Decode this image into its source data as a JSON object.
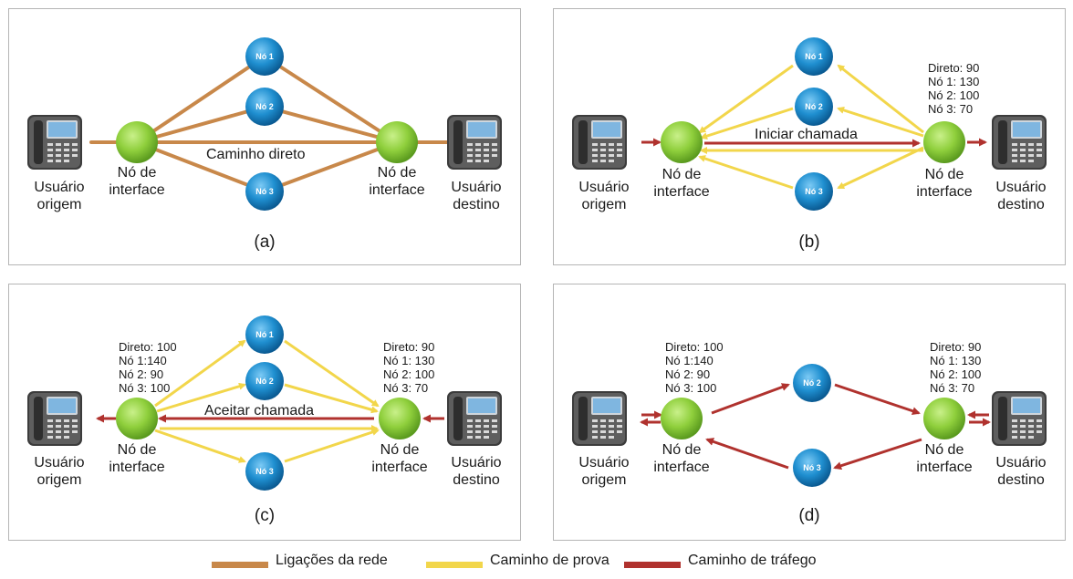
{
  "colors": {
    "network": "#c8884a",
    "probe": "#f2d64b",
    "traffic": "#b0322e",
    "node": "#8fcf3c",
    "relay": "#1f8fd0"
  },
  "labels": {
    "user_origin": "Usuário\norigem",
    "user_dest": "Usuário\ndestino",
    "interface_node": "Nó de\ninterface",
    "no1": "Nó 1",
    "no2": "Nó 2",
    "no3": "Nó 3"
  },
  "panel_a": {
    "caption": "(a)",
    "center_text": "Caminho direto"
  },
  "panel_b": {
    "caption": "(b)",
    "center_text": "Iniciar chamada",
    "table_right": "Direto: 90\nNó 1: 130\nNó 2: 100\nNó 3: 70"
  },
  "panel_c": {
    "caption": "(c)",
    "center_text": "Aceitar chamada",
    "table_left": "Direto: 100\nNó 1:140\nNó 2: 90\nNó 3: 100",
    "table_right": "Direto: 90\nNó 1: 130\nNó 2: 100\nNó 3: 70"
  },
  "panel_d": {
    "caption": "(d)",
    "table_left": "Direto: 100\nNó 1:140\nNó 2: 90\nNó 3: 100",
    "table_right": "Direto: 90\nNó 1: 130\nNó 2: 100\nNó 3: 70"
  },
  "legend": {
    "network": "Ligações da rede",
    "probe": "Caminho de prova",
    "traffic": "Caminho de tráfego"
  }
}
